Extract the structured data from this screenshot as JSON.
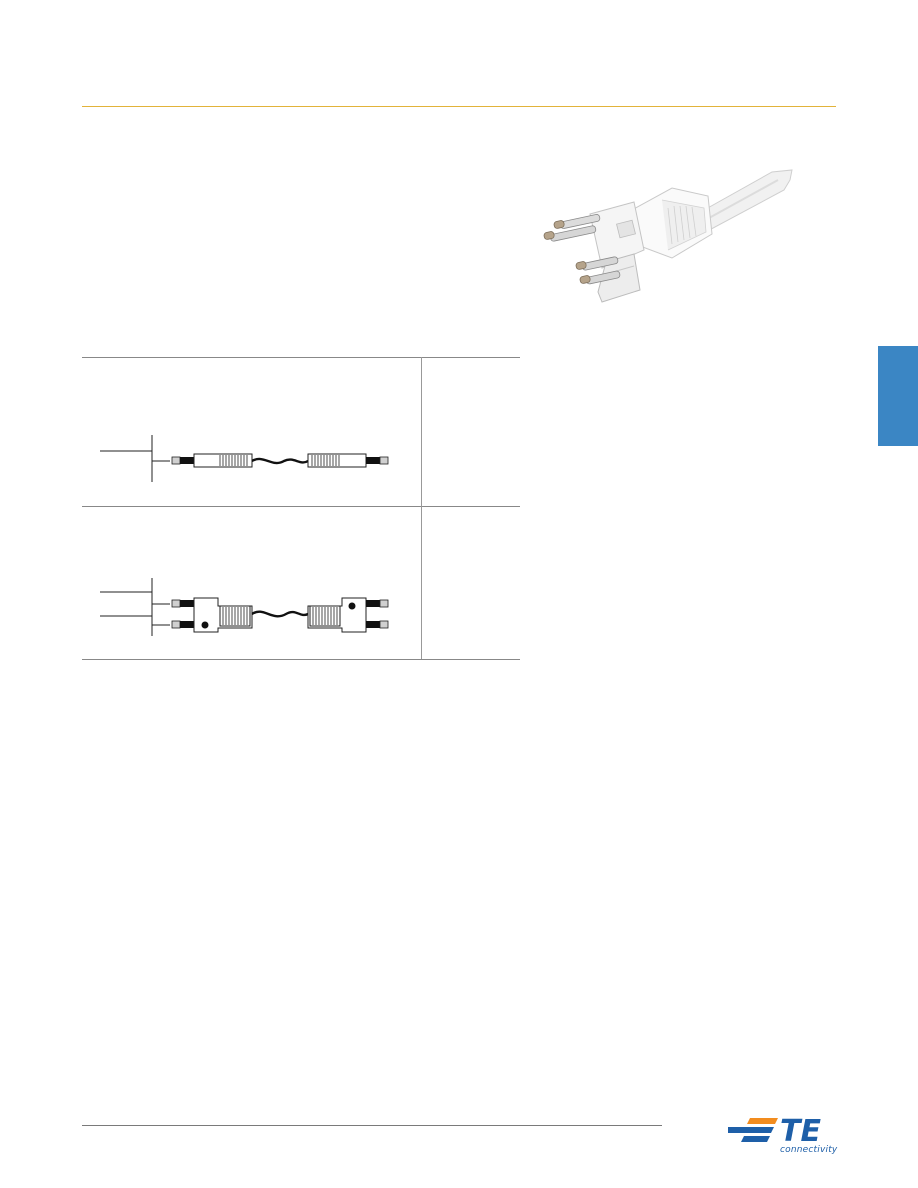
{
  "logo": {
    "mark": "TE",
    "tagline": "connectivity",
    "colors": {
      "brand_blue": "#1e5fa8",
      "brand_orange": "#f28c1e"
    }
  },
  "colors": {
    "header_rule": "#e2b33a",
    "side_tab": "#3b86c4"
  },
  "figures": {
    "product_photo": "connector-plug-photo",
    "row_1_diagram": "simplex-patch-cord-diagram",
    "row_2_diagram": "duplex-patch-cord-diagram"
  }
}
